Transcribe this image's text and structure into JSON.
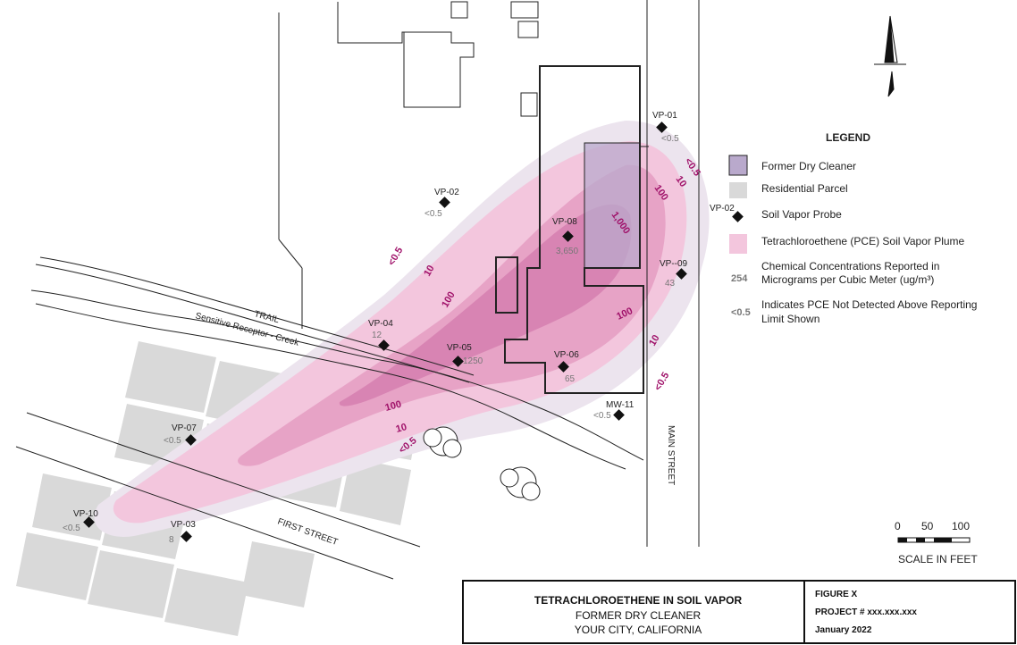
{
  "legend": {
    "title": "LEGEND",
    "items": [
      {
        "label_lines": [
          "Former Dry Cleaner"
        ]
      },
      {
        "label_lines": [
          "Residential Parcel"
        ]
      },
      {
        "label_lines": [
          "Soil Vapor Probe"
        ],
        "sample_label": "VP-02"
      },
      {
        "label_lines": [
          "Tetrachloroethene (PCE) Soil Vapor Plume"
        ]
      },
      {
        "label_lines": [
          "Chemical Concentrations Reported in",
          "Micrograms per Cubic Meter (ug/m³)"
        ],
        "sample_value": "254"
      },
      {
        "label_lines": [
          "Indicates PCE Not Detected Above Reporting",
          "Limit Shown"
        ],
        "sample_value": "<0.5"
      }
    ]
  },
  "probes": [
    {
      "id": "VP-01",
      "value": "<0.5"
    },
    {
      "id": "VP-02",
      "value": "<0.5"
    },
    {
      "id": "VP-08",
      "value": "3,650"
    },
    {
      "id": "VP--09",
      "value": "43"
    },
    {
      "id": "VP-04",
      "value": "12"
    },
    {
      "id": "VP-05",
      "value": "1250"
    },
    {
      "id": "VP-06",
      "value": "65"
    },
    {
      "id": "MW-11",
      "value": "<0.5"
    },
    {
      "id": "VP-07",
      "value": "<0.5"
    },
    {
      "id": "VP-10",
      "value": "<0.5"
    },
    {
      "id": "VP-03",
      "value": "8"
    }
  ],
  "isopleth_labels": [
    "<0.5",
    "10",
    "100",
    "1,000",
    "100",
    "10",
    "<0.5",
    "<0.5",
    "10",
    "100",
    "100",
    "10",
    "<0.5"
  ],
  "streets": {
    "main": "MAIN STREET",
    "first": "FIRST STREET",
    "trail": "TRAIL",
    "creek": "Sensitive Receptor - Creek"
  },
  "scale_bar": {
    "ticks": [
      "0",
      "50",
      "100"
    ],
    "caption": "SCALE IN FEET"
  },
  "title_block": {
    "title": "TETRACHLOROETHENE IN SOIL VAPOR",
    "subtitle": "FORMER DRY CLEANER",
    "location": "YOUR CITY, CALIFORNIA",
    "figure": "FIGURE X",
    "project": "PROJECT # xxx.xxx.xxx",
    "date": "January 2022"
  },
  "colors": {
    "plume_light": "#ece4ee",
    "plume_low": "#f3c6dd",
    "plume_mid": "#e7a3c6",
    "plume_high": "#d884b3",
    "dry_cleaner": "#b9a9cc",
    "residential": "#d9d9d9",
    "isopleth_text": "#a0126a"
  }
}
